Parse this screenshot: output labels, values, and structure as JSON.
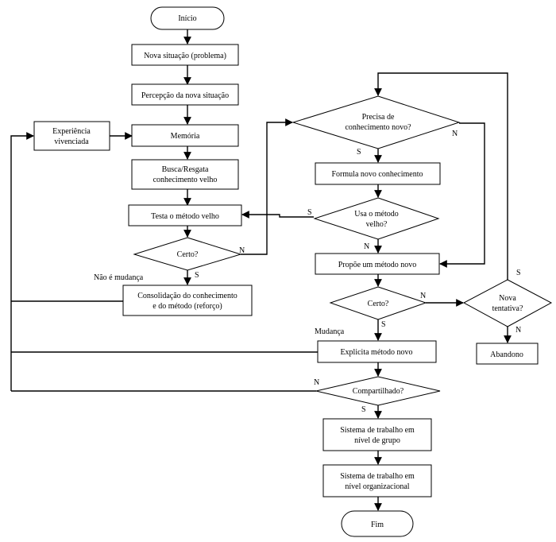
{
  "nodes": {
    "inicio": "Início",
    "nova_situacao": "Nova situação (problema)",
    "percepcao": "Percepção da nova situação",
    "memoria": "Memória",
    "experiencia": [
      "Experiência",
      "vivenciada"
    ],
    "busca": [
      "Busca/Resgata",
      "conhecimento velho"
    ],
    "testa": "Testa o método velho",
    "certo1": "Certo?",
    "consolidacao": [
      "Consolidação do conhecimento",
      "e do método (reforço)"
    ],
    "precisa": [
      "Precisa de",
      "conhecimento novo?"
    ],
    "formula": "Formula novo conhecimento",
    "usa": [
      "Usa o método",
      "velho?"
    ],
    "propoe": "Propõe um método novo",
    "certo2": "Certo?",
    "nova_tentativa": [
      "Nova",
      "tentativa?"
    ],
    "abandono": "Abandono",
    "explicita": "Explicita método novo",
    "compartilhado": "Compartilhado?",
    "sist_grupo": [
      "Sistema de trabalho em",
      "nível de grupo"
    ],
    "sist_org": [
      "Sistema de trabalho em",
      "nível organizacional"
    ],
    "fim": "Fim"
  },
  "edge_labels": {
    "certo1_n": "N",
    "certo1_s": "S",
    "nao_e_mudanca": "Não é mudança",
    "precisa_n": "N",
    "precisa_s": "S",
    "usa_s": "S",
    "usa_n": "N",
    "certo2_n": "N",
    "certo2_s": "S",
    "mudanca": "Mudança",
    "nova_s": "S",
    "nova_n": "N",
    "comp_n": "N",
    "comp_s": "S"
  }
}
